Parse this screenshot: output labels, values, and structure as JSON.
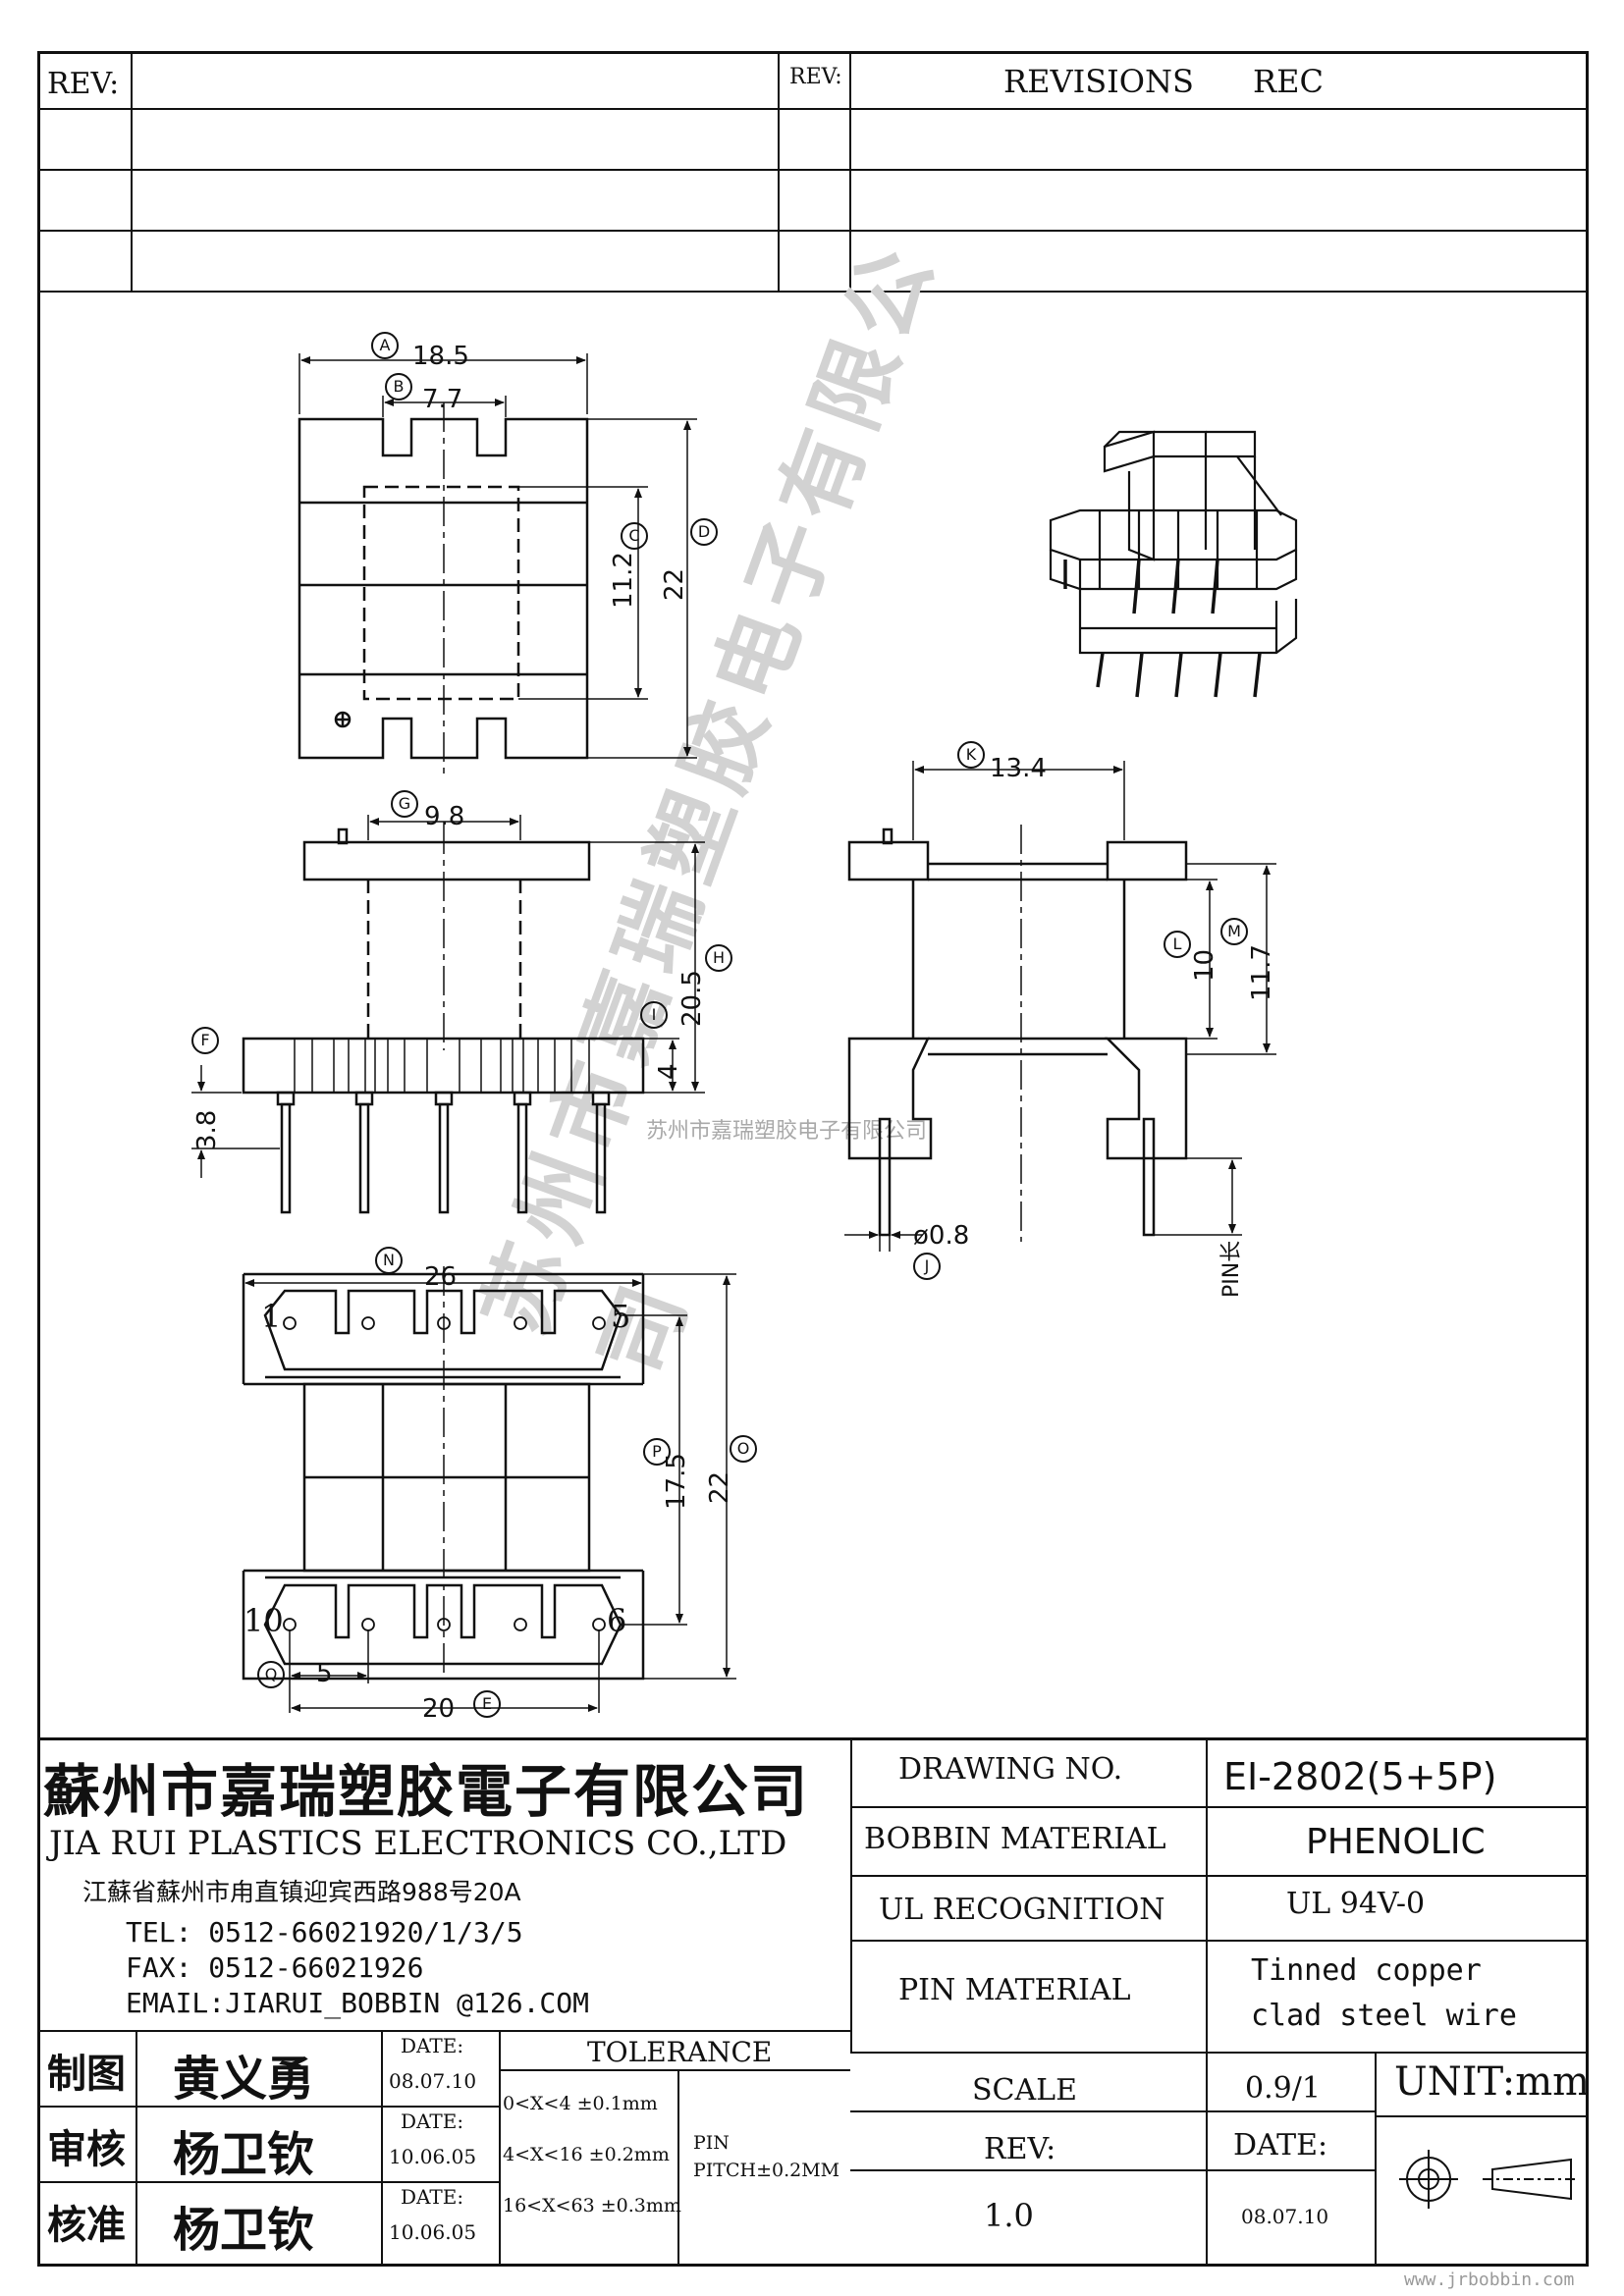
{
  "revision_table": {
    "rev_label_left": "REV:",
    "rev_label_right": "REV:",
    "revisions_label": "REVISIONS",
    "rec_label": "REC"
  },
  "dimensions": {
    "A": {
      "letter": "A",
      "value": "18.5"
    },
    "B": {
      "letter": "B",
      "value": "7.7"
    },
    "C": {
      "letter": "C",
      "value": "11.2"
    },
    "D": {
      "letter": "D",
      "value": "22"
    },
    "E": {
      "letter": "E",
      "value": "20"
    },
    "F": {
      "letter": "F",
      "value": "3.8"
    },
    "G": {
      "letter": "G",
      "value": "9.8"
    },
    "H": {
      "letter": "H",
      "value": "20.5"
    },
    "I": {
      "letter": "I",
      "value": "4"
    },
    "J": {
      "letter": "J",
      "value": "ø0.8"
    },
    "K": {
      "letter": "K",
      "value": "13.4"
    },
    "L": {
      "letter": "L",
      "value": "10"
    },
    "M": {
      "letter": "M",
      "value": "11.7"
    },
    "N": {
      "letter": "N",
      "value": "26"
    },
    "O": {
      "letter": "O",
      "value": "22"
    },
    "P": {
      "letter": "P",
      "value": "17.5"
    },
    "Q": {
      "letter": "Q",
      "value": "5"
    }
  },
  "pin_labels": {
    "p1": "1",
    "p5": "5",
    "p10": "10",
    "p6": "6"
  },
  "pin_length_label": "PIN长",
  "watermark_text": "苏州市嘉瑞塑胶电子有限公司",
  "company": {
    "name_cn": "蘇州市嘉瑞塑胶電子有限公司",
    "name_en": "JIA RUI PLASTICS ELECTRONICS CO.,LTD",
    "address": "江蘇省蘇州市甪直镇迎宾西路988号20A",
    "tel": "TEL:  0512-66021920/1/3/5",
    "fax": "FAX:  0512-66021926",
    "email": "EMAIL:JIARUI_BOBBIN @126.COM"
  },
  "specs": {
    "drawing_no_label": "DRAWING  NO.",
    "drawing_no": "EI-2802(5+5P)",
    "bobbin_material_label": "BOBBIN  MATERIAL",
    "bobbin_material": "PHENOLIC",
    "ul_label": "UL RECOGNITION",
    "ul_value": "UL 94V-0",
    "pin_material_label": "PIN MATERIAL",
    "pin_material_line1": "Tinned copper",
    "pin_material_line2": "clad steel wire",
    "scale_label": "SCALE",
    "scale_value": "0.9/1",
    "unit_label": "UNIT:mm",
    "rev_label": "REV:",
    "rev_value": "1.0",
    "date_label": "DATE:",
    "date_value": "08.07.10"
  },
  "signoff": {
    "rows": [
      {
        "role": "制图",
        "name": "黄义勇",
        "date_label": "DATE:",
        "date": "08.07.10"
      },
      {
        "role": "审核",
        "name": "杨卫钦",
        "date_label": "DATE:",
        "date": "10.06.05"
      },
      {
        "role": "核准",
        "name": "杨卫钦",
        "date_label": "DATE:",
        "date": "10.06.05"
      }
    ]
  },
  "tolerance": {
    "title": "TOLERANCE",
    "lines": [
      "0<X<4  ±0.1mm",
      "4<X<16 ±0.2mm",
      "16<X<63 ±0.3mm"
    ],
    "pin_label": "PIN",
    "pin_pitch": "PITCH±0.2MM"
  },
  "site": "www.jrbobbin.com"
}
